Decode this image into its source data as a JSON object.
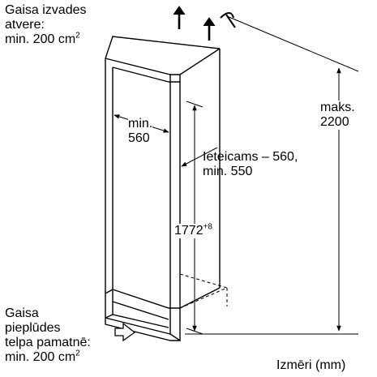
{
  "labels": {
    "outlet": [
      "Gaisa izvades",
      "atvere:",
      "min. 200 cm"
    ],
    "outlet_sup": "2",
    "width": [
      "min.",
      "560"
    ],
    "depth": [
      "Ieteicams – 560,",
      "min. 550"
    ],
    "height_recess": "1772",
    "height_recess_sup": "+8",
    "height_max": [
      "maks.",
      "2200"
    ],
    "inlet": [
      "Gaisa",
      "pieplūdes",
      "telpa pamatnē:",
      "min. 200 cm"
    ],
    "inlet_sup": "2",
    "units": "Izmēri (mm)"
  },
  "colors": {
    "line": "#000000",
    "background": "#ffffff"
  },
  "icons": {
    "air_out": "arrow-up-icon",
    "air_in": "arrow-right-outline-icon",
    "depth_end": "depth-marker-icon"
  }
}
